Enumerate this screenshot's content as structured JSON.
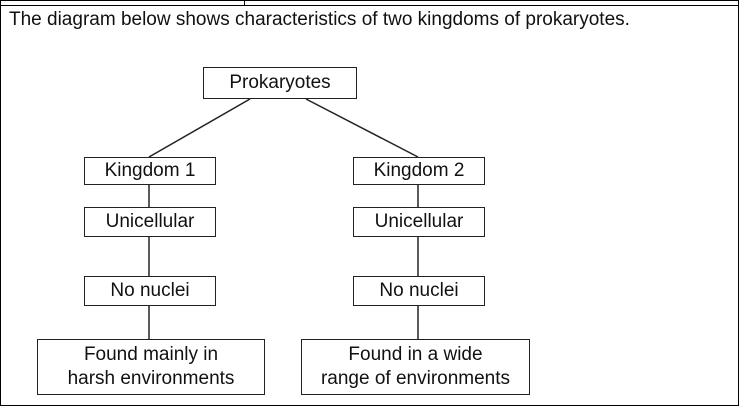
{
  "intro": "The diagram below shows characteristics of two kingdoms of prokaryotes.",
  "diagram": {
    "root": "Prokaryotes",
    "kingdom_1": {
      "title": "Kingdom 1",
      "trait_1": "Unicellular",
      "trait_2": "No nuclei",
      "habitat": "Found mainly in\nharsh environments"
    },
    "kingdom_2": {
      "title": "Kingdom 2",
      "trait_1": "Unicellular",
      "trait_2": "No nuclei",
      "habitat": "Found in a wide\nrange of environments"
    }
  }
}
